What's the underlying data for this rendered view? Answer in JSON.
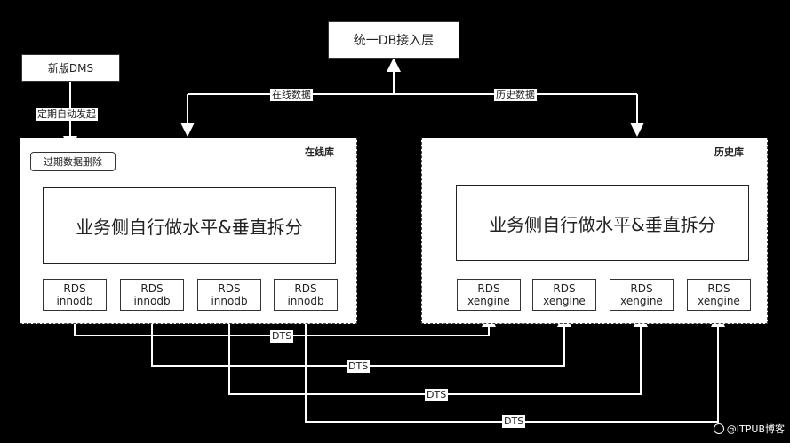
{
  "top_box": "统一DB接入层",
  "dms_box": "新版DMS",
  "dms_edge_label": "定期自动发起",
  "online_edge_label": "在线数据",
  "history_edge_label": "历史数据",
  "online_panel": {
    "title": "在线库",
    "delete_box": "过期数据删除",
    "split_box": "业务侧自行做水平&垂直拆分",
    "nodes": [
      {
        "line1": "RDS",
        "line2": "innodb"
      },
      {
        "line1": "RDS",
        "line2": "innodb"
      },
      {
        "line1": "RDS",
        "line2": "innodb"
      },
      {
        "line1": "RDS",
        "line2": "innodb"
      }
    ]
  },
  "history_panel": {
    "title": "历史库",
    "split_box": "业务侧自行做水平&垂直拆分",
    "nodes": [
      {
        "line1": "RDS",
        "line2": "xengine"
      },
      {
        "line1": "RDS",
        "line2": "xengine"
      },
      {
        "line1": "RDS",
        "line2": "xengine"
      },
      {
        "line1": "RDS",
        "line2": "xengine"
      }
    ]
  },
  "dts_labels": [
    "DTS",
    "DTS",
    "DTS",
    "DTS"
  ],
  "watermark": "@ITPUB博客"
}
